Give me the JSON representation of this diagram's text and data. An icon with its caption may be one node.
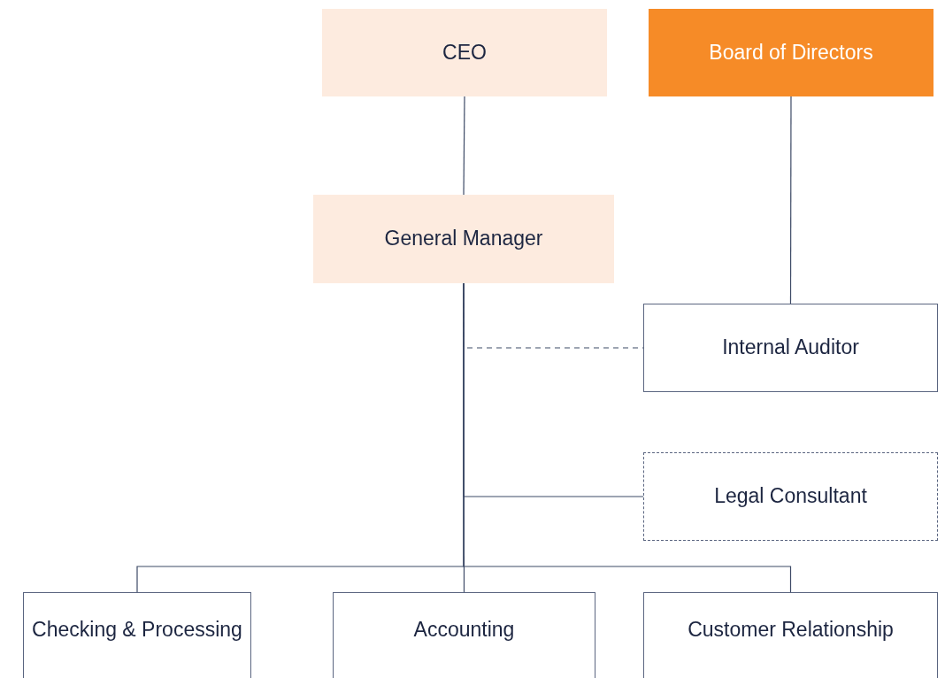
{
  "diagram": {
    "nodes": [
      {
        "text": [
          "CEO"
        ]
      },
      {
        "text": [
          "Board of Directors"
        ]
      },
      {
        "text": [
          "General Manager"
        ]
      },
      {
        "text": [
          "Internal Auditor"
        ]
      },
      {
        "text": [
          "Legal Consultant"
        ]
      },
      {
        "text": [
          "Checking & Processing"
        ]
      },
      {
        "text": [
          "Accounting"
        ]
      },
      {
        "text": [
          "Customer Relationship"
        ]
      }
    ],
    "edges": [
      {
        "from": 0,
        "to": 2,
        "arrow": "none"
      },
      {
        "from": 1,
        "to": 3,
        "arrow": "none"
      },
      {
        "from": 2,
        "to": 3,
        "arrow": "none",
        "style": "dashed"
      },
      {
        "from": 2,
        "to": 4,
        "arrow": "none"
      },
      {
        "from": 2,
        "to": 5,
        "arrow": "none"
      },
      {
        "from": 2,
        "to": 6,
        "arrow": "none"
      },
      {
        "from": 2,
        "to": 7,
        "arrow": "none"
      }
    ]
  }
}
